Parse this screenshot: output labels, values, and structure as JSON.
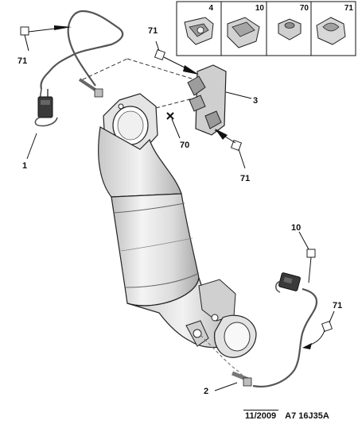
{
  "parts_box": {
    "items": [
      {
        "ref": "4"
      },
      {
        "ref": "10"
      },
      {
        "ref": "70"
      },
      {
        "ref": "71"
      }
    ]
  },
  "callouts": {
    "c71_upper_left": "71",
    "c1": "1",
    "c71_top_mid": "71",
    "c3": "3",
    "c70": "70",
    "c71_mid_right": "71",
    "c10": "10",
    "c71_lower_right": "71",
    "c2": "2"
  },
  "footer": {
    "date": "11/2009",
    "reference": "A7 16J35A"
  }
}
